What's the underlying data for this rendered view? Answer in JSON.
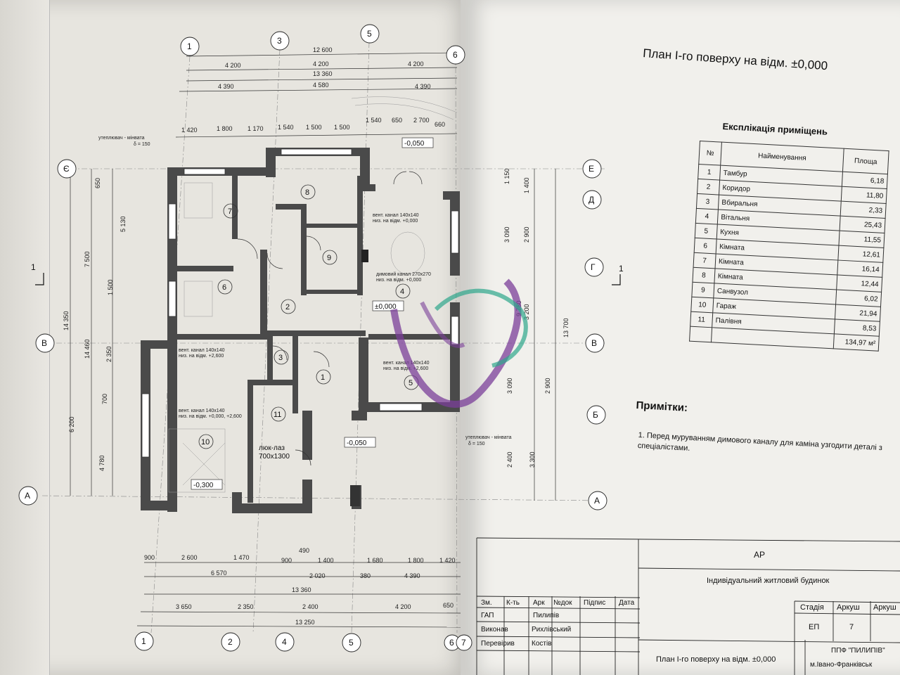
{
  "plan": {
    "title": "План І-го поверху на відм. ±0,000",
    "axes": {
      "top": [
        "1",
        "3",
        "5",
        "6"
      ],
      "bottom": [
        "1",
        "2",
        "4",
        "5",
        "6",
        "7"
      ],
      "left": [
        "Є",
        "В",
        "А"
      ],
      "right": [
        "Е",
        "Д",
        "Г",
        "В",
        "Б",
        "А"
      ],
      "section": "1"
    },
    "dims_top": [
      "12 600",
      "4 200",
      "4 200",
      "4 200",
      "13 360",
      "4 390",
      "4 580",
      "4 390",
      "1 420",
      "1 800",
      "1 170",
      "1 540",
      "1 500",
      "1 500",
      "1 540",
      "650",
      "2 700",
      "660"
    ],
    "dims_bottom": [
      "900",
      "2 600",
      "1 470",
      "900",
      "490",
      "1 400",
      "1 680",
      "1 800",
      "1 420",
      "6 570",
      "2 020",
      "380",
      "4 390",
      "13 360",
      "3 650",
      "2 350",
      "2 400",
      "4 200",
      "650",
      "13 250"
    ],
    "dims_left": [
      "650",
      "7 500",
      "5 130",
      "14 350",
      "14 460",
      "1 500",
      "2 350",
      "6 200",
      "700",
      "4 780"
    ],
    "dims_right": [
      "1 150",
      "1 400",
      "3 090",
      "2 900",
      "9 780",
      "3 200",
      "13 700",
      "2 900",
      "3 090",
      "2 400",
      "3 300"
    ],
    "levels": [
      "-0,050",
      "±0,000",
      "-0,050",
      "-0,300"
    ],
    "annotations": {
      "insulation_top": "утеплювач - мінвата",
      "insulation_top_delta": "δ = 150",
      "insulation_right": "утеплювач - мінвата",
      "insulation_right_delta": "δ = 150",
      "vent_1": "вент. канал 140х140",
      "vent_1b": "низ. на відм. +0,000",
      "chimney": "димовий канал 270х270",
      "chimney_b": "низ. на відм. +0,000",
      "vent_2": "вент. канал 140х140",
      "vent_2b": "низ. на відм. +2,600",
      "vent_3": "вент. канал 140х140",
      "vent_3b": "низ. на відм. +2,600",
      "vent_4": "вент. канал 140х140",
      "vent_4b": "низ. на відм. +0,000, +2,600",
      "hatch": "люк-лаз",
      "hatch_size": "700х1300"
    },
    "rooms": [
      "1",
      "2",
      "3",
      "4",
      "5",
      "6",
      "7",
      "8",
      "9",
      "10",
      "11"
    ]
  },
  "explication": {
    "title": "Експлікація приміщень",
    "columns": [
      "№",
      "Найменування",
      "Площа"
    ],
    "rows": [
      {
        "n": "1",
        "name": "Тамбур",
        "area": "6,18"
      },
      {
        "n": "2",
        "name": "Коридор",
        "area": "11,80"
      },
      {
        "n": "3",
        "name": "Вбиральня",
        "area": "2,33"
      },
      {
        "n": "4",
        "name": "Вітальня",
        "area": "25,43"
      },
      {
        "n": "5",
        "name": "Кухня",
        "area": "11,55"
      },
      {
        "n": "6",
        "name": "Кімната",
        "area": "12,61"
      },
      {
        "n": "7",
        "name": "Кімната",
        "area": "16,14"
      },
      {
        "n": "8",
        "name": "Кімната",
        "area": "12,44"
      },
      {
        "n": "9",
        "name": "Санвузол",
        "area": "6,02"
      },
      {
        "n": "10",
        "name": "Гараж",
        "area": "21,94"
      },
      {
        "n": "11",
        "name": "Палівня",
        "area": "8,53"
      }
    ],
    "total": "134,97 м²"
  },
  "notes": {
    "title": "Примітки:",
    "text": "1. Перед муруванням димового каналу для каміна узгодити деталі з спеціалістами."
  },
  "title_block": {
    "code": "АР",
    "project": "Індивідуальний житловий будинок",
    "headers": [
      "Зм.",
      "К-ть",
      "Арк",
      "№док",
      "Підпис",
      "Дата"
    ],
    "roles": [
      {
        "role": "ГАП",
        "name": "Пилипів"
      },
      {
        "role": "Виконав",
        "name": "Рихлівський"
      },
      {
        "role": "Перевірив",
        "name": "Костів"
      }
    ],
    "stage_label": "Стадія",
    "sheet_label": "Аркуш",
    "sheets_label": "Аркуш",
    "stage": "ЕП",
    "sheet": "7",
    "sheet_title": "План І-го поверху на відм. ±0,000",
    "org": "ППФ \"ПИЛИПІВ\"",
    "city": "м.Івано-Франківськ"
  },
  "colors": {
    "wall": "#4a4a4a",
    "logo_purple": "#7b3f9a",
    "logo_teal": "#2ea78c"
  }
}
